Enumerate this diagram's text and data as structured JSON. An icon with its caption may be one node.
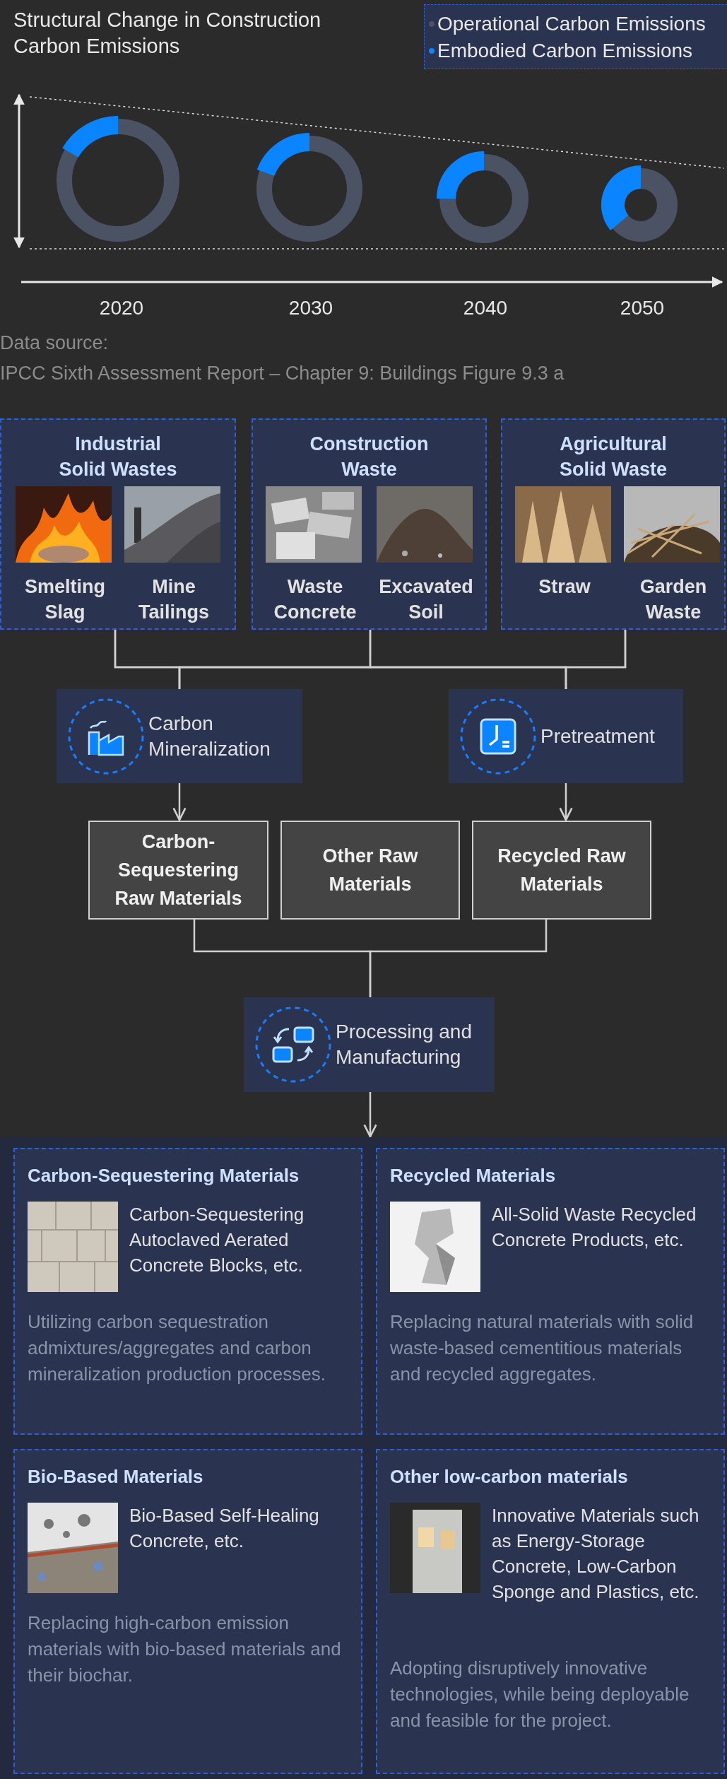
{
  "diagram": {
    "title": "Structural Change in Construction Carbon Emissions",
    "nodes": [
      {
        "text": [
          "Industrial Solid Wastes"
        ]
      },
      {
        "text": [
          "Smelting Slag"
        ],
        "in": 0
      },
      {
        "text": [
          "Mine Tailings"
        ],
        "in": 0
      },
      {
        "text": [
          "Construction Waste"
        ]
      },
      {
        "text": [
          "Waste Concrete"
        ],
        "in": 3
      },
      {
        "text": [
          "Excavated Soil"
        ],
        "in": 3
      },
      {
        "text": [
          "Agricultural Solid Waste"
        ]
      },
      {
        "text": [
          "Straw"
        ],
        "in": 6
      },
      {
        "text": [
          "Garden Waste"
        ],
        "in": 6
      },
      {
        "text": [
          "Carbon Mineralization"
        ]
      },
      {
        "text": [
          "Pretreatment"
        ]
      },
      {
        "text": [
          "Carbon-Sequestering Raw Materials"
        ]
      },
      {
        "text": [
          "Other Raw Materials"
        ]
      },
      {
        "text": [
          "Recycled Raw Materials"
        ]
      },
      {
        "text": [
          "Processing and Manufacturing"
        ]
      },
      {
        "text": [],
        "shape": "box"
      },
      {
        "text": [
          "Carbon-Sequestering Materials",
          "Carbon-Sequestering Autoclaved Aerated Concrete Blocks, etc.",
          "Utilizing carbon sequestration admixtures/aggregates and carbon mineralization production processes."
        ],
        "in": 15
      },
      {
        "text": [
          "Recycled Materials",
          "All-Solid Waste Recycled Concrete Products, etc.",
          "Replacing natural materials with solid waste-based cementitious materials and recycled aggregates."
        ],
        "in": 15
      },
      {
        "text": [
          "Bio-Based Materials",
          "Bio-Based Self-Healing Concrete, etc.",
          "Replacing high-carbon emission materials with bio-based materials and their biochar."
        ],
        "in": 15
      },
      {
        "text": [
          "Other low-carbon materials",
          "Innovative Materials such as Energy-Storage Concrete, Low-Carbon Sponge and Plastics, etc.",
          "Adopting disruptively innovative technologies, while being deployable and feasible for the project."
        ],
        "in": 15
      }
    ],
    "edges": [
      {
        "from": 0,
        "to": 9,
        "arrow": "none"
      },
      {
        "from": 3,
        "to": 9,
        "arrow": "none"
      },
      {
        "from": 6,
        "to": 9,
        "arrow": "none"
      },
      {
        "from": 0,
        "to": 10,
        "arrow": "none"
      },
      {
        "from": 3,
        "to": 10,
        "arrow": "none"
      },
      {
        "from": 6,
        "to": 10,
        "arrow": "none"
      },
      {
        "from": 9,
        "to": 11,
        "arrow": "to"
      },
      {
        "from": 10,
        "to": 13,
        "arrow": "to"
      },
      {
        "from": 11,
        "to": 14,
        "arrow": "none"
      },
      {
        "from": 13,
        "to": 14,
        "arrow": "none"
      },
      {
        "from": 14,
        "to": 15,
        "arrow": "to"
      }
    ],
    "labels": [
      "2020",
      "2030",
      "2040",
      "2050",
      "Data source:",
      "IPCC Sixth Assessment Report – Chapter 9: Buildings Figure 9.3 a"
    ],
    "legend": [
      {
        "text": "Operational Carbon Emissions",
        "color": "#4a5263"
      },
      {
        "text": "Embodied Carbon Emissions",
        "color": "#0a84ff"
      }
    ]
  }
}
